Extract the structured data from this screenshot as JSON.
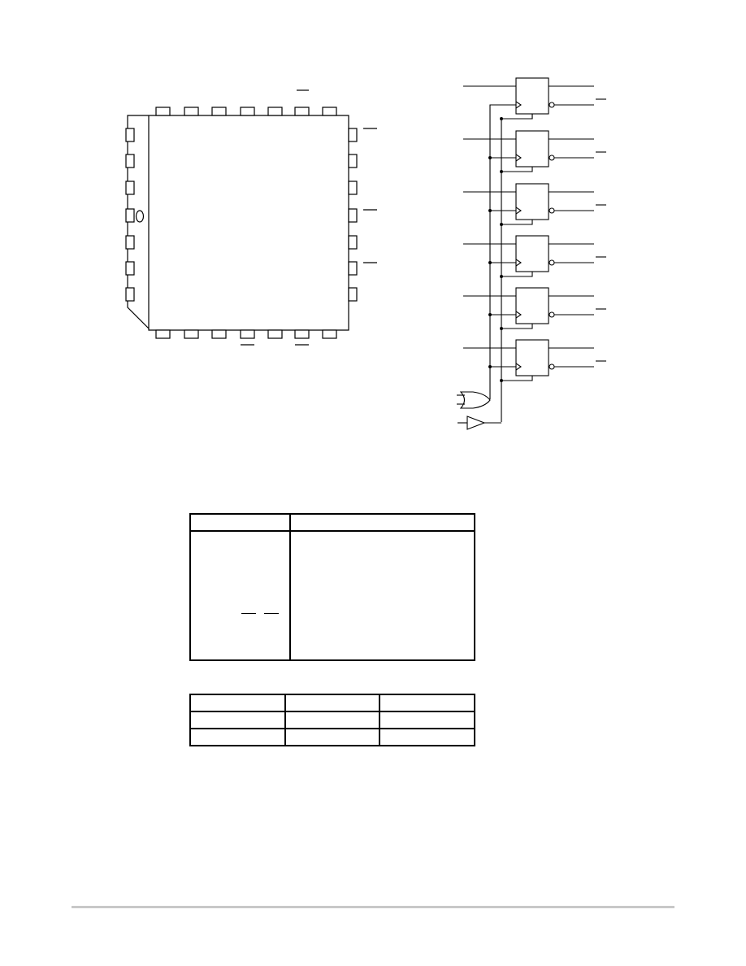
{
  "package": {
    "shape": "plcc-square",
    "pins_per_side": 7,
    "pin1_marker": "oval-notch"
  },
  "logic": {
    "flipflops": 6,
    "outputs": "true-and-complement",
    "gates": [
      "or-gate",
      "buffer"
    ]
  },
  "pin_table": {
    "header": [
      "",
      ""
    ],
    "body": [
      "",
      ""
    ]
  },
  "case_table": {
    "rows": [
      [
        "",
        "",
        ""
      ],
      [
        "",
        "",
        ""
      ],
      [
        "",
        "",
        ""
      ]
    ]
  },
  "colors": {
    "ink": "#000000",
    "rule": "#c8c8c8"
  }
}
